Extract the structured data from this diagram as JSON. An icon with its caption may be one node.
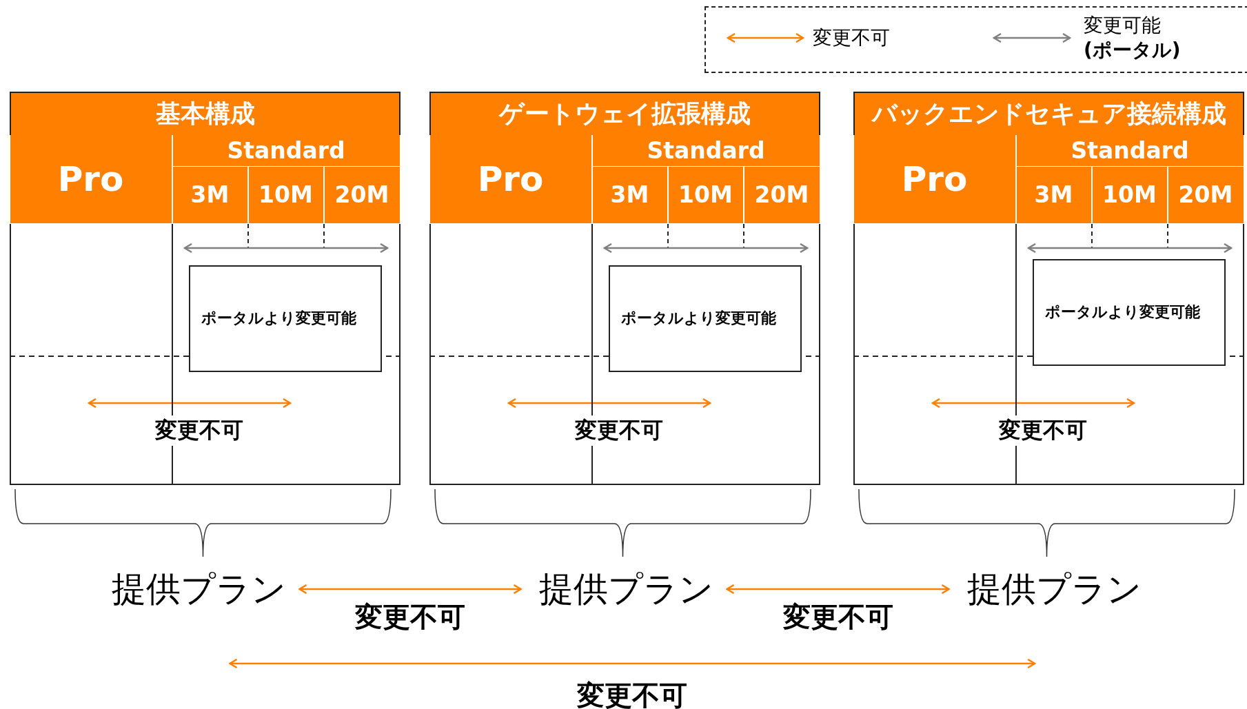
{
  "diagram": {
    "nodes": [
      {
        "text": [
          "基本構成"
        ]
      },
      {
        "text": [
          "Pro"
        ],
        "in": 0
      },
      {
        "text": [
          "Standard"
        ],
        "in": 0
      },
      {
        "text": [
          "3M"
        ],
        "in": 0
      },
      {
        "text": [
          "10M"
        ],
        "in": 0
      },
      {
        "text": [
          "20M"
        ],
        "in": 0
      },
      {
        "text": [
          "ポータルより変更可能"
        ],
        "in": 0
      },
      {
        "text": [
          "ゲートウェイ拡張構成"
        ]
      },
      {
        "text": [
          "Pro"
        ],
        "in": 7
      },
      {
        "text": [
          "Standard"
        ],
        "in": 7
      },
      {
        "text": [
          "3M"
        ],
        "in": 7
      },
      {
        "text": [
          "10M"
        ],
        "in": 7
      },
      {
        "text": [
          "20M"
        ],
        "in": 7
      },
      {
        "text": [
          "ポータルより変更可能"
        ],
        "in": 7
      },
      {
        "text": [
          "バックエンドセキュア接続構成"
        ]
      },
      {
        "text": [
          "Pro"
        ],
        "in": 14
      },
      {
        "text": [
          "Standard"
        ],
        "in": 14
      },
      {
        "text": [
          "3M"
        ],
        "in": 14
      },
      {
        "text": [
          "10M"
        ],
        "in": 14
      },
      {
        "text": [
          "20M"
        ],
        "in": 14
      },
      {
        "text": [
          "ポータルより変更可能"
        ],
        "in": 14
      },
      {
        "text": [
          "提供プラン"
        ]
      },
      {
        "text": [
          "提供プラン"
        ]
      },
      {
        "text": [
          "提供プラン"
        ]
      }
    ],
    "edges": [
      {
        "from": 21,
        "to": 22,
        "arrow": "both",
        "label": "変更不可"
      },
      {
        "from": 22,
        "to": 23,
        "arrow": "both",
        "label": "変更不可"
      },
      {
        "from": 21,
        "to": 23,
        "arrow": "both",
        "label": "変更不可"
      }
    ],
    "labels": [
      "変更不可",
      "変更不可",
      "変更不可"
    ],
    "legend": [
      {
        "text": "変更不可"
      },
      {
        "text": "変更可能**(ポータル)**"
      }
    ]
  }
}
